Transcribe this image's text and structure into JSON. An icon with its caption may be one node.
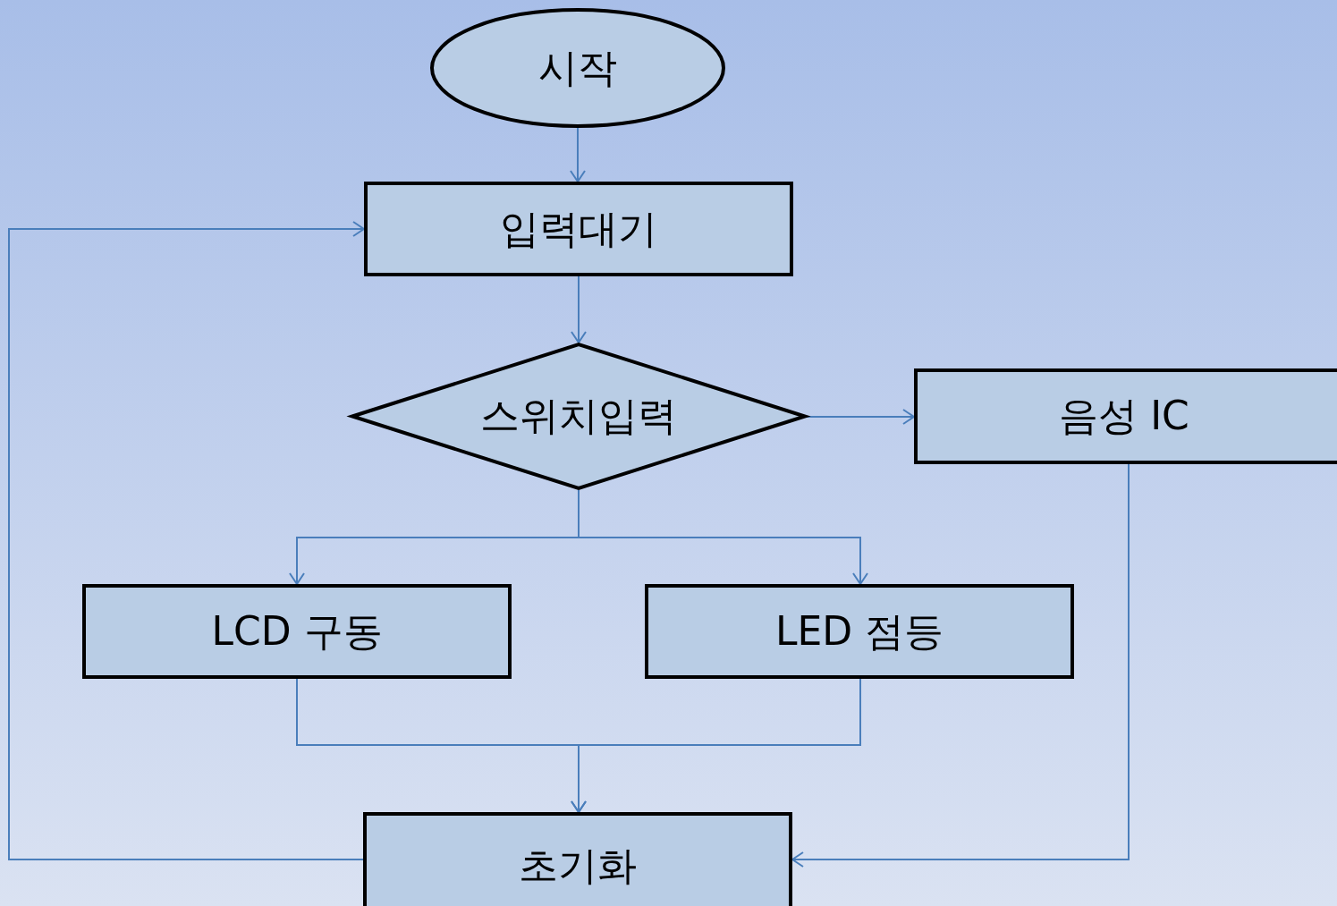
{
  "diagram": {
    "nodes": [
      {
        "text": [
          "시작"
        ]
      },
      {
        "text": [
          "입력대기"
        ]
      },
      {
        "text": [
          "스위치입력"
        ]
      },
      {
        "text": [
          "음성 IC"
        ]
      },
      {
        "text": [
          "LCD 구동"
        ]
      },
      {
        "text": [
          "LED 점등"
        ]
      },
      {
        "text": [
          "초기화"
        ]
      }
    ],
    "edges": [
      {
        "from": 0,
        "to": 1,
        "arrow": "to"
      },
      {
        "from": 1,
        "to": 2,
        "arrow": "to"
      },
      {
        "from": 2,
        "to": 3,
        "arrow": "to"
      },
      {
        "from": 2,
        "to": 4,
        "arrow": "to"
      },
      {
        "from": 2,
        "to": 5,
        "arrow": "to"
      },
      {
        "from": 4,
        "to": 6,
        "arrow": "to"
      },
      {
        "from": 5,
        "to": 6,
        "arrow": "to"
      },
      {
        "from": 3,
        "to": 6,
        "arrow": "to"
      },
      {
        "from": 6,
        "to": 1,
        "arrow": "to"
      }
    ]
  }
}
